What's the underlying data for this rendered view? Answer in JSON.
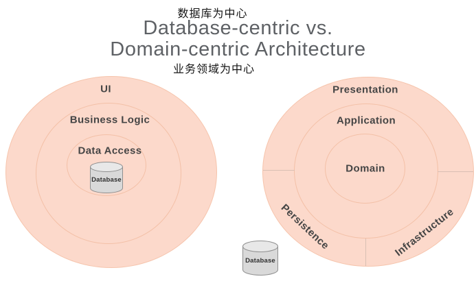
{
  "header": {
    "chinese_top": "数据库为中心",
    "title_line1": "Database-centric vs.",
    "title_line2": "Domain-centric Architecture",
    "chinese_bottom": "业务领域为中心"
  },
  "left_diagram": {
    "outer_label": "UI",
    "middle_label": "Business Logic",
    "inner_label": "Data Access",
    "database_label": "Database"
  },
  "right_diagram": {
    "outer_label": "Presentation",
    "middle_label": "Application",
    "inner_label": "Domain",
    "persistence_label": "Persistence",
    "infrastructure_label": "Infrastructure",
    "database_label": "Database"
  },
  "colors": {
    "ring_fill": "#fcd9cb",
    "ring_stroke": "#f3c0a7",
    "divider": "#d9bfb3",
    "title_text": "#5e6165",
    "label_text": "#454545",
    "chinese_text": "#141414",
    "cylinder_body": "#d9d9d9",
    "cylinder_top": "#e8e8e8",
    "cylinder_stroke": "#8f8f8f"
  }
}
